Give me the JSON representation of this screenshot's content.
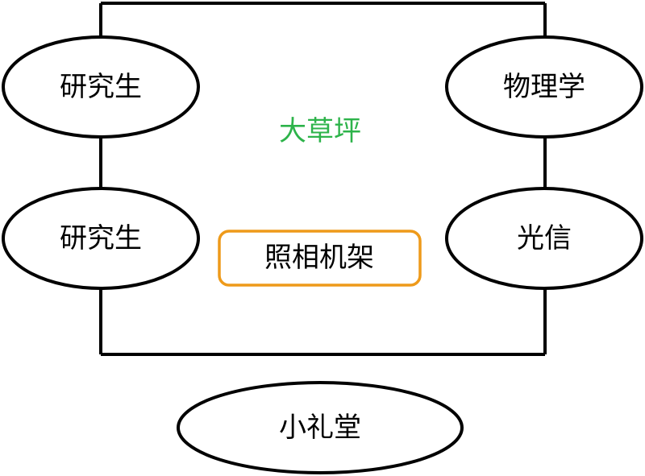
{
  "diagram": {
    "lawn_label": "大草坪",
    "camera_stand_label": "照相机架",
    "graduate_top_label": "研究生",
    "graduate_bottom_label": "研究生",
    "physics_label": "物理学",
    "optical_label": "光信",
    "auditorium_label": "小礼堂"
  },
  "colors": {
    "lawn_text": "#2db34a",
    "camera_stand_border": "#ee9a1a",
    "line": "#000000"
  }
}
